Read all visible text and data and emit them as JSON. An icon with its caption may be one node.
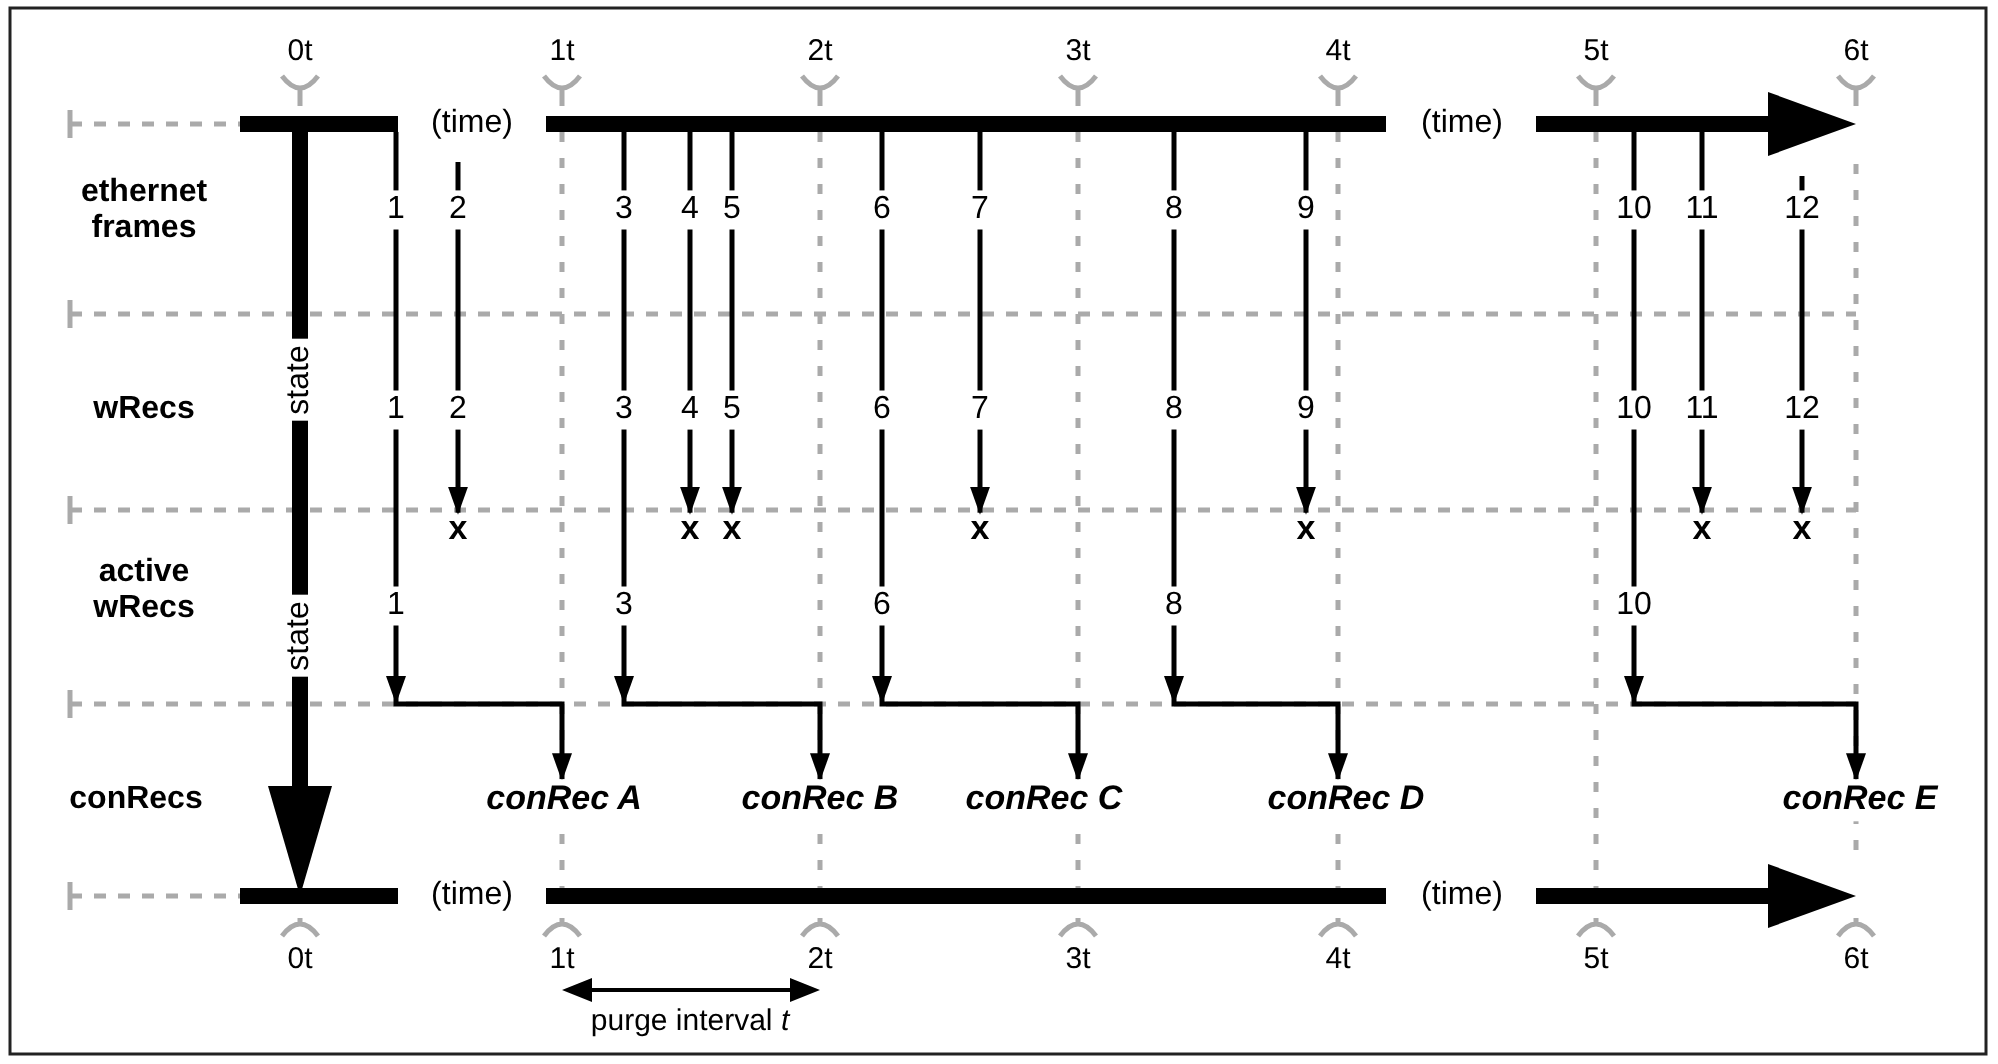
{
  "diagram": {
    "nodes": [
      {
        "text": [
          "1"
        ]
      },
      {
        "text": [
          "2"
        ]
      },
      {
        "text": [
          "3"
        ]
      },
      {
        "text": [
          "4"
        ]
      },
      {
        "text": [
          "5"
        ]
      },
      {
        "text": [
          "6"
        ]
      },
      {
        "text": [
          "7"
        ]
      },
      {
        "text": [
          "8"
        ]
      },
      {
        "text": [
          "9"
        ]
      },
      {
        "text": [
          "10"
        ]
      },
      {
        "text": [
          "11"
        ]
      },
      {
        "text": [
          "12"
        ]
      },
      {
        "text": [
          "1"
        ]
      },
      {
        "text": [
          "2"
        ]
      },
      {
        "text": [
          "3"
        ]
      },
      {
        "text": [
          "4"
        ]
      },
      {
        "text": [
          "5"
        ]
      },
      {
        "text": [
          "6"
        ]
      },
      {
        "text": [
          "7"
        ]
      },
      {
        "text": [
          "8"
        ]
      },
      {
        "text": [
          "9"
        ]
      },
      {
        "text": [
          "10"
        ]
      },
      {
        "text": [
          "11"
        ]
      },
      {
        "text": [
          "12"
        ]
      },
      {
        "text": [
          "x"
        ]
      },
      {
        "text": [
          "x"
        ]
      },
      {
        "text": [
          "x"
        ]
      },
      {
        "text": [
          "x"
        ]
      },
      {
        "text": [
          "x"
        ]
      },
      {
        "text": [
          "x"
        ]
      },
      {
        "text": [
          "x"
        ]
      },
      {
        "text": [
          "1"
        ]
      },
      {
        "text": [
          "3"
        ]
      },
      {
        "text": [
          "6"
        ]
      },
      {
        "text": [
          "8"
        ]
      },
      {
        "text": [
          "10"
        ]
      },
      {
        "text": [
          "conRec A"
        ]
      },
      {
        "text": [
          "conRec B"
        ]
      },
      {
        "text": [
          "conRec C"
        ]
      },
      {
        "text": [
          "conRec D"
        ]
      },
      {
        "text": [
          "conRec E"
        ]
      }
    ],
    "edges": [
      {
        "from": null,
        "to": 0,
        "arrow": "none"
      },
      {
        "from": null,
        "to": 1,
        "arrow": "none"
      },
      {
        "from": null,
        "to": 2,
        "arrow": "none"
      },
      {
        "from": null,
        "to": 3,
        "arrow": "none"
      },
      {
        "from": null,
        "to": 4,
        "arrow": "none"
      },
      {
        "from": null,
        "to": 5,
        "arrow": "none"
      },
      {
        "from": null,
        "to": 6,
        "arrow": "none"
      },
      {
        "from": null,
        "to": 7,
        "arrow": "none"
      },
      {
        "from": null,
        "to": 8,
        "arrow": "none"
      },
      {
        "from": null,
        "to": 9,
        "arrow": "none"
      },
      {
        "from": null,
        "to": 10,
        "arrow": "none"
      },
      {
        "from": null,
        "to": 11,
        "arrow": "none"
      },
      {
        "from": 0,
        "to": 12,
        "arrow": "none"
      },
      {
        "from": 1,
        "to": 13,
        "arrow": "none"
      },
      {
        "from": 2,
        "to": 14,
        "arrow": "none"
      },
      {
        "from": 3,
        "to": 15,
        "arrow": "none"
      },
      {
        "from": 4,
        "to": 16,
        "arrow": "none"
      },
      {
        "from": 5,
        "to": 17,
        "arrow": "none"
      },
      {
        "from": 6,
        "to": 18,
        "arrow": "none"
      },
      {
        "from": 7,
        "to": 19,
        "arrow": "none"
      },
      {
        "from": 8,
        "to": 20,
        "arrow": "none"
      },
      {
        "from": 9,
        "to": 21,
        "arrow": "none"
      },
      {
        "from": 10,
        "to": 22,
        "arrow": "none"
      },
      {
        "from": 11,
        "to": 23,
        "arrow": "none"
      },
      {
        "from": 13,
        "to": 24,
        "arrow": "to"
      },
      {
        "from": 15,
        "to": 25,
        "arrow": "to"
      },
      {
        "from": 16,
        "to": 26,
        "arrow": "to"
      },
      {
        "from": 18,
        "to": 27,
        "arrow": "to"
      },
      {
        "from": 20,
        "to": 28,
        "arrow": "to"
      },
      {
        "from": 22,
        "to": 29,
        "arrow": "to"
      },
      {
        "from": 23,
        "to": 30,
        "arrow": "to"
      },
      {
        "from": 12,
        "to": 31,
        "arrow": "none"
      },
      {
        "from": 14,
        "to": 32,
        "arrow": "none"
      },
      {
        "from": 17,
        "to": 33,
        "arrow": "none"
      },
      {
        "from": 19,
        "to": 34,
        "arrow": "none"
      },
      {
        "from": 21,
        "to": 35,
        "arrow": "none"
      },
      {
        "from": 31,
        "to": 36,
        "arrow": "to"
      },
      {
        "from": 32,
        "to": 37,
        "arrow": "to"
      },
      {
        "from": 33,
        "to": 38,
        "arrow": "to"
      },
      {
        "from": 34,
        "to": 39,
        "arrow": "to"
      },
      {
        "from": 35,
        "to": 40,
        "arrow": "to"
      }
    ],
    "labels": [
      "0t",
      "1t",
      "2t",
      "3t",
      "4t",
      "5t",
      "6t",
      "(time)",
      "(time)",
      "ethernet frames",
      "state",
      "wRecs",
      "active wRecs",
      "state",
      "conRecs",
      "(time)",
      "(time)",
      "0t",
      "1t",
      "2t",
      "3t",
      "4t",
      "5t",
      "6t",
      "purge interval *t*"
    ]
  }
}
